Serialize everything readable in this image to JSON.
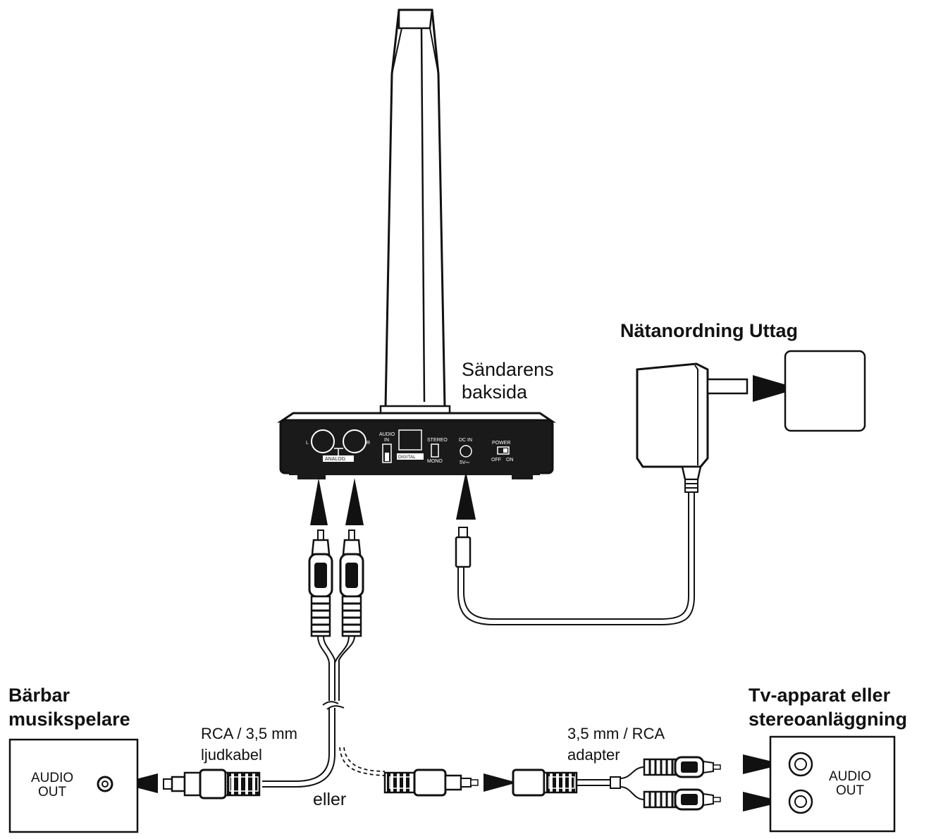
{
  "labels": {
    "transmitter_back": [
      "Sändarens",
      "baksida"
    ],
    "power_adapter": "Nätanordning Uttag",
    "portable_player": [
      "Bärbar",
      "musikspelare"
    ],
    "tv_stereo": [
      "Tv-apparat eller",
      "stereoanläggning"
    ],
    "rca_cable": [
      "RCA / 3,5 mm",
      "ljudkabel"
    ],
    "rca_adapter": [
      "3,5 mm / RCA",
      "adapter"
    ],
    "or": "eller"
  },
  "player_box": {
    "audio_out": [
      "AUDIO",
      "OUT"
    ]
  },
  "tv_box": {
    "audio_out": [
      "AUDIO",
      "OUT"
    ]
  },
  "panel": {
    "left": "L",
    "right": "R",
    "analog": "ANALOG",
    "audio_in": [
      "AUDIO",
      "IN"
    ],
    "digital": "DIGITAL",
    "stereo": "STEREO",
    "mono": "MONO",
    "dc_in": "DC IN",
    "dc_voltage": "5V⎓",
    "power": "POWER",
    "off": "OFF",
    "on": "ON"
  },
  "colors": {
    "line": "#111111",
    "panel": "#1a1a1a",
    "cable_fill": "#ffffff"
  }
}
